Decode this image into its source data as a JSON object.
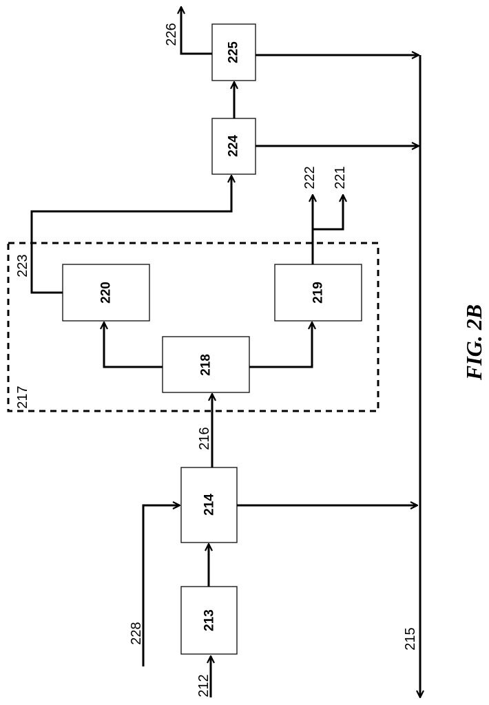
{
  "figure": {
    "caption": "FIG. 2B"
  },
  "boxes": {
    "b213": "213",
    "b214": "214",
    "b218": "218",
    "b219": "219",
    "b220": "220",
    "b224": "224",
    "b225": "225"
  },
  "references": {
    "r212": "212",
    "r215": "215",
    "r216": "216",
    "r217": "217",
    "r221": "221",
    "r222": "222",
    "r223": "223",
    "r226": "226",
    "r228": "228"
  }
}
